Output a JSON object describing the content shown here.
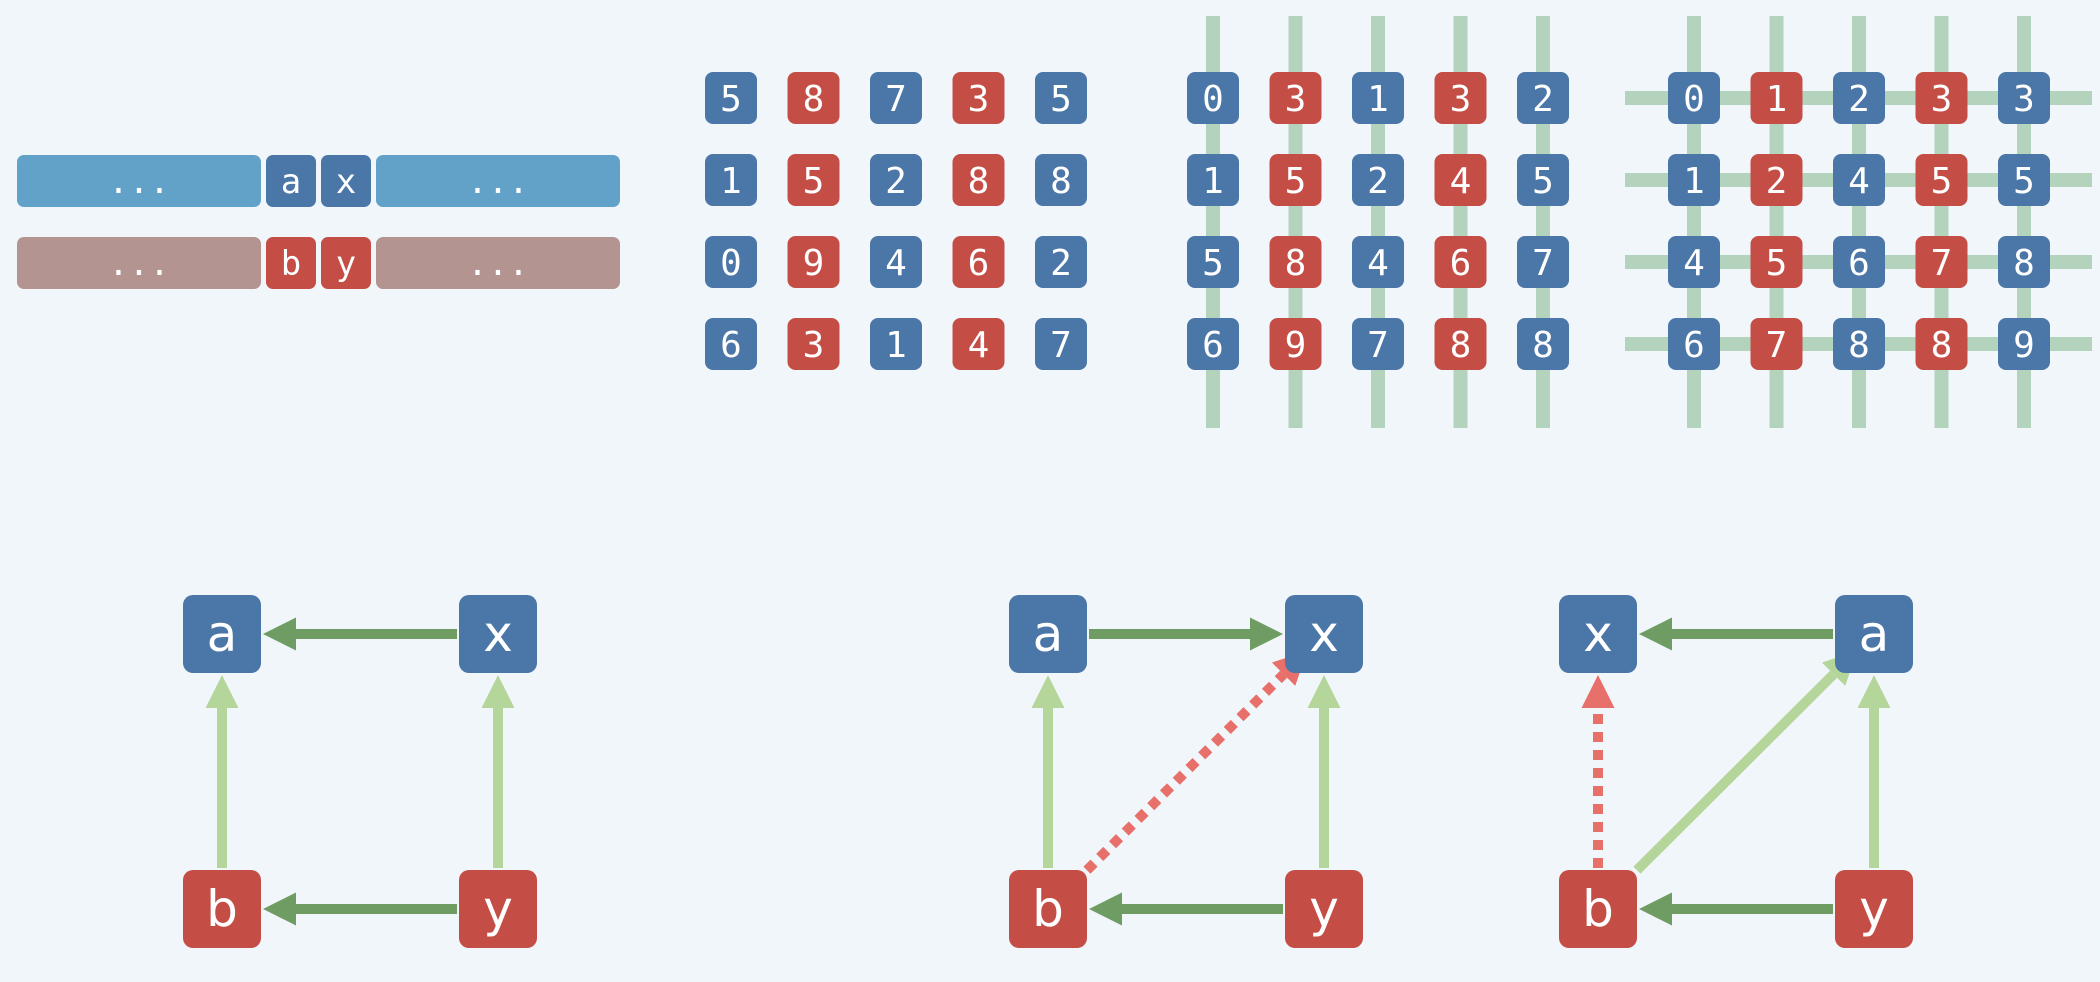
{
  "colors": {
    "background": "#f1f6fb",
    "blue": "#4b76a8",
    "red": "#c44e46",
    "bar_blue": "#62a2c9",
    "bar_pink": "#b39491",
    "line_green_light": "#b5d69a",
    "line_green_dark": "#6e9c62",
    "grid_green": "#a9cdb2",
    "dashed_red": "#e8706a"
  },
  "row_bars": {
    "top": {
      "left": "...",
      "cells": [
        "a",
        "x"
      ],
      "right": "...",
      "color": "blue"
    },
    "bottom": {
      "left": "...",
      "cells": [
        "b",
        "y"
      ],
      "right": "...",
      "color": "red"
    }
  },
  "column_colors": [
    "blue",
    "red",
    "blue",
    "red",
    "blue"
  ],
  "grids": [
    {
      "lines": "none",
      "rows": [
        [
          5,
          8,
          7,
          3,
          5
        ],
        [
          1,
          5,
          2,
          8,
          8
        ],
        [
          0,
          9,
          4,
          6,
          2
        ],
        [
          6,
          3,
          1,
          4,
          7
        ]
      ]
    },
    {
      "lines": "vertical",
      "rows": [
        [
          0,
          3,
          1,
          3,
          2
        ],
        [
          1,
          5,
          2,
          4,
          5
        ],
        [
          5,
          8,
          4,
          6,
          7
        ],
        [
          6,
          9,
          7,
          8,
          8
        ]
      ]
    },
    {
      "lines": "both",
      "rows": [
        [
          0,
          1,
          2,
          3,
          3
        ],
        [
          1,
          2,
          4,
          5,
          5
        ],
        [
          4,
          5,
          6,
          7,
          8
        ],
        [
          6,
          7,
          8,
          8,
          9
        ]
      ]
    }
  ],
  "graphs": [
    {
      "nodes": {
        "tl": "a",
        "tr": "x",
        "bl": "b",
        "br": "y"
      },
      "edges": [
        {
          "from": "tr",
          "to": "tl",
          "style": "dark"
        },
        {
          "from": "br",
          "to": "bl",
          "style": "dark"
        },
        {
          "from": "bl",
          "to": "tl",
          "style": "light"
        },
        {
          "from": "br",
          "to": "tr",
          "style": "light"
        }
      ]
    },
    {
      "nodes": {
        "tl": "a",
        "tr": "x",
        "bl": "b",
        "br": "y"
      },
      "edges": [
        {
          "from": "tl",
          "to": "tr",
          "style": "dark"
        },
        {
          "from": "br",
          "to": "bl",
          "style": "dark"
        },
        {
          "from": "bl",
          "to": "tl",
          "style": "light"
        },
        {
          "from": "br",
          "to": "tr",
          "style": "light"
        },
        {
          "from": "bl",
          "to": "tr",
          "style": "dashed"
        }
      ]
    },
    {
      "nodes": {
        "tl": "x",
        "tr": "a",
        "bl": "b",
        "br": "y"
      },
      "edges": [
        {
          "from": "tr",
          "to": "tl",
          "style": "dark"
        },
        {
          "from": "br",
          "to": "bl",
          "style": "dark"
        },
        {
          "from": "bl",
          "to": "tl",
          "style": "dashed"
        },
        {
          "from": "br",
          "to": "tr",
          "style": "light"
        },
        {
          "from": "bl",
          "to": "tr",
          "style": "light"
        }
      ]
    }
  ]
}
